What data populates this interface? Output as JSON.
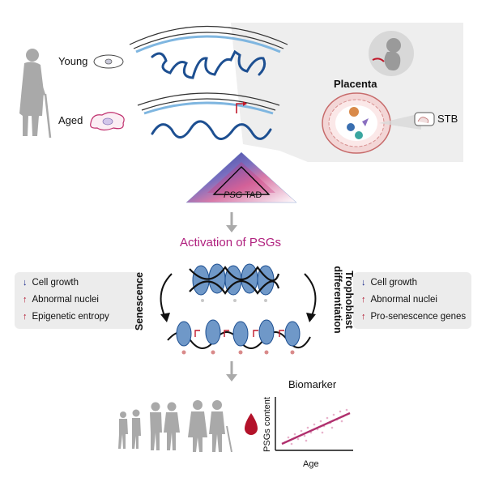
{
  "labels": {
    "young": "Young",
    "aged": "Aged",
    "placenta": "Placenta",
    "stb": "STB",
    "tad_italic": "PSG",
    "tad_rest": " TAD",
    "activation": "Activation of PSGs",
    "senescence": "Senescence",
    "trophoblast_line1": "Trophoblast",
    "trophoblast_line2": "differentiation",
    "biomarker": "Biomarker",
    "ylabel": "PSGs content",
    "xlabel": "Age"
  },
  "left_box": [
    {
      "arrow": "down",
      "text": "Cell growth"
    },
    {
      "arrow": "up",
      "text": "Abnormal nuclei"
    },
    {
      "arrow": "up",
      "text": "Epigenetic entropy"
    }
  ],
  "right_box": [
    {
      "arrow": "down",
      "text": "Cell growth"
    },
    {
      "arrow": "up",
      "text": "Abnormal nuclei"
    },
    {
      "arrow": "up",
      "text": "Pro-senescence genes"
    }
  ],
  "colors": {
    "chromatin": "#1d4f91",
    "chromatin_light": "#7fb6e0",
    "accent_magenta": "#b0207e",
    "trend_line": "#b0306e",
    "silhouette": "#a9a9a9",
    "blood_drop": "#b3122a",
    "arrow_up": "#b0102a",
    "arrow_down": "#1a2a8a"
  },
  "icons": [
    "elderly-person-icon",
    "young-cell-icon",
    "aged-cell-icon",
    "fetus-icon",
    "placenta-icon",
    "stb-cell-icon",
    "blood-drop-icon",
    "family-silhouettes-icon"
  ]
}
